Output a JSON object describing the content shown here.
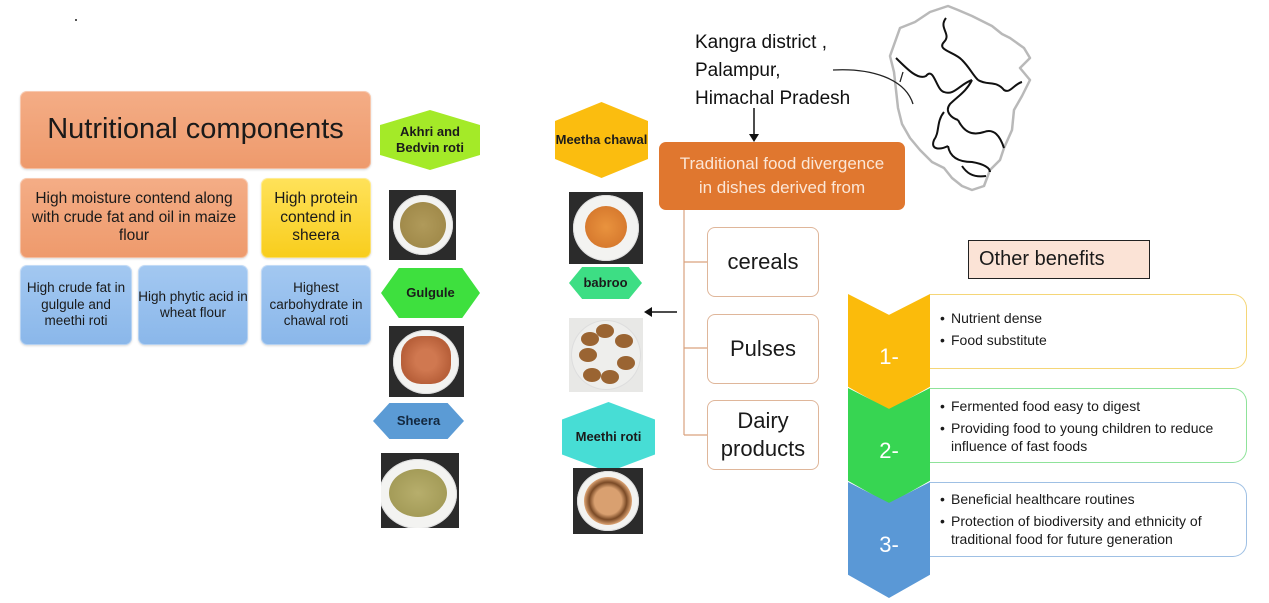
{
  "colors": {
    "orange_box": "#ee9a6c",
    "yellow_box": "#f8cd1c",
    "blue_box": "#8ab7ea",
    "trad_box": "#e0772f",
    "benefit_1": "#fbbb0b",
    "benefit_2": "#37d552",
    "benefit_3": "#5a98d6",
    "hex_akhri": "#a4ea28",
    "hex_gulgule": "#3ee03e",
    "hex_sheera": "#5b9bd5",
    "hex_meetha_chawal": "#fbbd0f",
    "hex_babroo": "#3dde84",
    "hex_meethi_roti": "#47ddd5"
  },
  "nutritional": {
    "title": "Nutritional components",
    "row2": [
      {
        "text": "High moisture contend along with crude fat and oil in maize flour",
        "color": "orange"
      },
      {
        "text": "High protein contend in sheera",
        "color": "yellow"
      }
    ],
    "row3": [
      {
        "text": "High crude fat in gulgule and meethi roti",
        "color": "blue"
      },
      {
        "text": "High phytic acid in wheat flour",
        "color": "blue"
      },
      {
        "text": "Highest carbohydrate in chawal roti",
        "color": "blue"
      }
    ]
  },
  "dishes_left": [
    {
      "label": "Akhri and Bedvin roti",
      "photo": "roti-photo"
    },
    {
      "label": "Gulgule",
      "photo": "gulgule-photo"
    },
    {
      "label": "Sheera",
      "photo": "sheera-photo"
    }
  ],
  "dishes_right": [
    {
      "label": "Meetha chawal",
      "photo": "meetha-chawal-photo"
    },
    {
      "label": "babroo",
      "photo": "babroo-photo"
    },
    {
      "label": "Meethi roti",
      "photo": "meethi-roti-photo"
    }
  ],
  "location": {
    "line1": "Kangra district ,",
    "line2": "Palampur,",
    "line3": "Himachal Pradesh",
    "map": "himachal-pradesh-map"
  },
  "traditional": {
    "title_line1": "Traditional food divergence",
    "title_line2": "in dishes derived from",
    "categories": [
      "cereals",
      "Pulses",
      "Dairy products"
    ]
  },
  "other_benefits": {
    "title": "Other benefits",
    "steps": [
      {
        "number": "1-",
        "bullets": [
          "Nutrient dense",
          "Food substitute"
        ]
      },
      {
        "number": "2-",
        "bullets": [
          "Fermented food easy to digest",
          "Providing food to young children to reduce influence of fast foods"
        ]
      },
      {
        "number": "3-",
        "bullets": [
          "Beneficial healthcare routines",
          "Protection of biodiversity and ethnicity of traditional food for future generation"
        ]
      }
    ]
  }
}
